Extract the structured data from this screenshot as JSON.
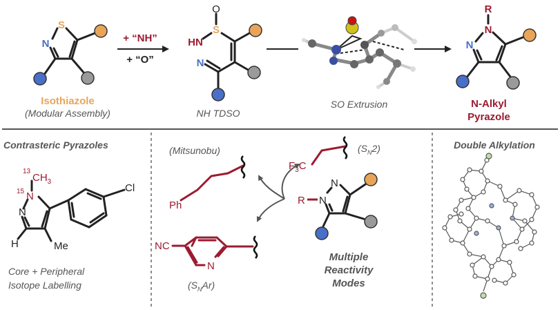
{
  "colors": {
    "maroon": "#9b1b30",
    "orange": "#e8a55a",
    "blue": "#4a6fc9",
    "gray": "#9a9a9a",
    "text_gray": "#555555",
    "ink": "#222222"
  },
  "top": {
    "isothiazole": {
      "S": "S",
      "N": "N",
      "title": "Isothiazole",
      "subtitle": "(Modular Assembly)"
    },
    "reagents": {
      "nh": "+ “NH”",
      "o": "+ “O”"
    },
    "tdso": {
      "O": "O",
      "S": "S",
      "HN": "HN",
      "N": "N",
      "label": "NH TDSO"
    },
    "extrusion": {
      "label": "SO Extrusion"
    },
    "pyrazole": {
      "R": "R",
      "N1": "N",
      "N2": "N",
      "title_line1": "N-Alkyl",
      "title_line2": "Pyrazole"
    }
  },
  "bottom": {
    "contrasteric": {
      "title": "Contrasteric Pyrazoles",
      "iso13": "13",
      "ch3": "CH",
      "ch3_sub": "3",
      "iso15": "15",
      "N15": "N",
      "N": "N",
      "H": "H",
      "Me": "Me",
      "Cl": "Cl",
      "caption_line1": "Core + Peripheral",
      "caption_line2": "Isotope Labelling"
    },
    "reactivity": {
      "mitsunobu": "(Mitsunobu)",
      "ph": "Ph",
      "sn2_open": "(S",
      "sn2_sub": "N",
      "sn2_close": "2)",
      "f3c_F": "F",
      "f3c_3": "3",
      "f3c_C": "C",
      "R": "R",
      "N1": "N",
      "N2": "N",
      "nc": "NC",
      "pyr_N": "N",
      "snar_open": "(S",
      "snar_sub": "N",
      "snar_close": "Ar)",
      "modes_line1": "Multiple",
      "modes_line2": "Reactivity",
      "modes_line3": "Modes"
    },
    "double": {
      "title": "Double Alkylation"
    }
  }
}
